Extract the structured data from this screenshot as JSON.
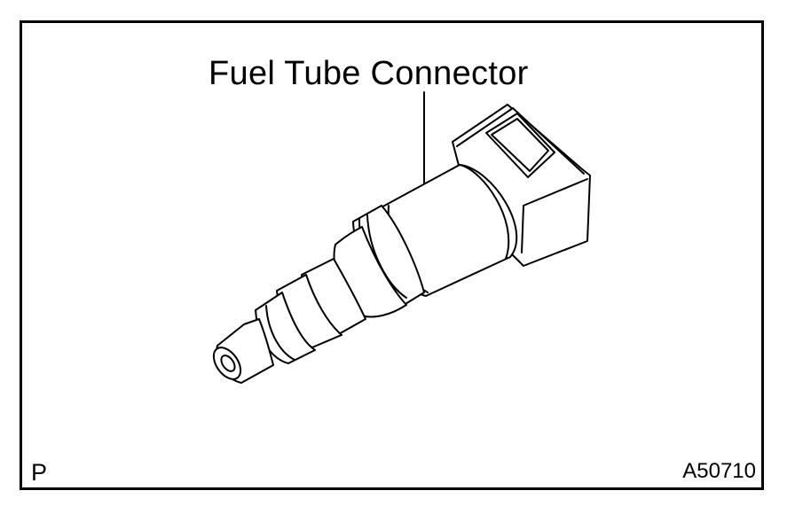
{
  "labels": {
    "part_name": "Fuel Tube Connector",
    "corner_left": "P",
    "corner_right": "A50710"
  }
}
